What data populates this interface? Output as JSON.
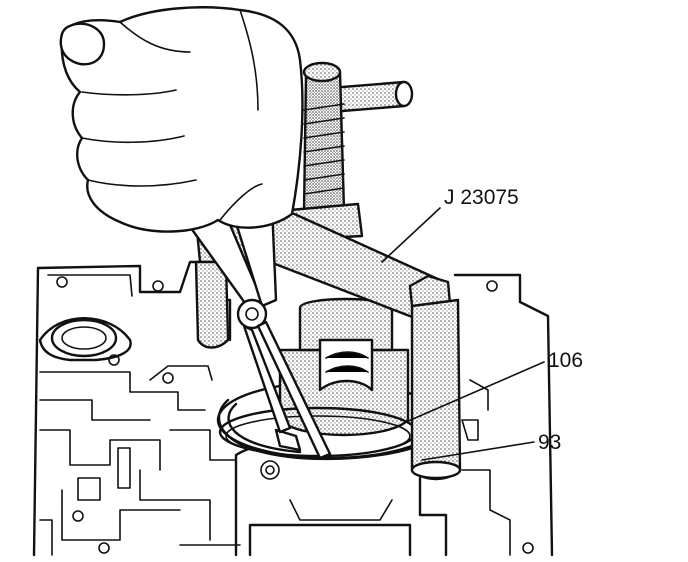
{
  "callouts": {
    "tool": "J 23075",
    "ref_106": "106",
    "ref_93": "93"
  },
  "colors": {
    "ink": "#111111",
    "paper": "#ffffff",
    "stipple": "#9a9a9a"
  }
}
